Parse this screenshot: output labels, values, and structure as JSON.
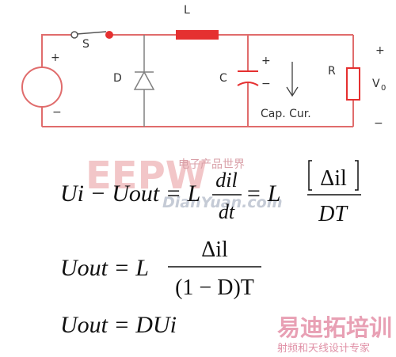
{
  "circuit": {
    "inductor_label": "L",
    "switch_label": "S",
    "diode_label": "D",
    "capacitor_label": "C",
    "resistor_label": "R",
    "output_label": "V",
    "output_subscript": "0",
    "cap_current_label": "Cap. Cur.",
    "source_plus": "+",
    "source_minus": "−",
    "cap_plus": "+",
    "cap_minus": "−",
    "out_plus": "+",
    "out_minus": "−",
    "wire_color": "#e06c6c",
    "component_color": "#e53030"
  },
  "watermark": {
    "big": "EEPW",
    "url": "DianYuan.com",
    "cn": "电子产品世界"
  },
  "brand": {
    "title": "易迪拓培训",
    "subtitle": "射频和天线设计专家"
  },
  "equations": {
    "eq1": {
      "lhs": "Ui − Uout = L",
      "frac1_num": "dil",
      "frac1_den": "dt",
      "eq2": "= L",
      "frac2_num": "Δil",
      "frac2_den": "DT"
    },
    "eq2": {
      "lhs": "Uout = L",
      "frac_num": "Δil",
      "frac_den": "(1 − D)T"
    },
    "eq3": {
      "text": "Uout = DUi"
    }
  }
}
